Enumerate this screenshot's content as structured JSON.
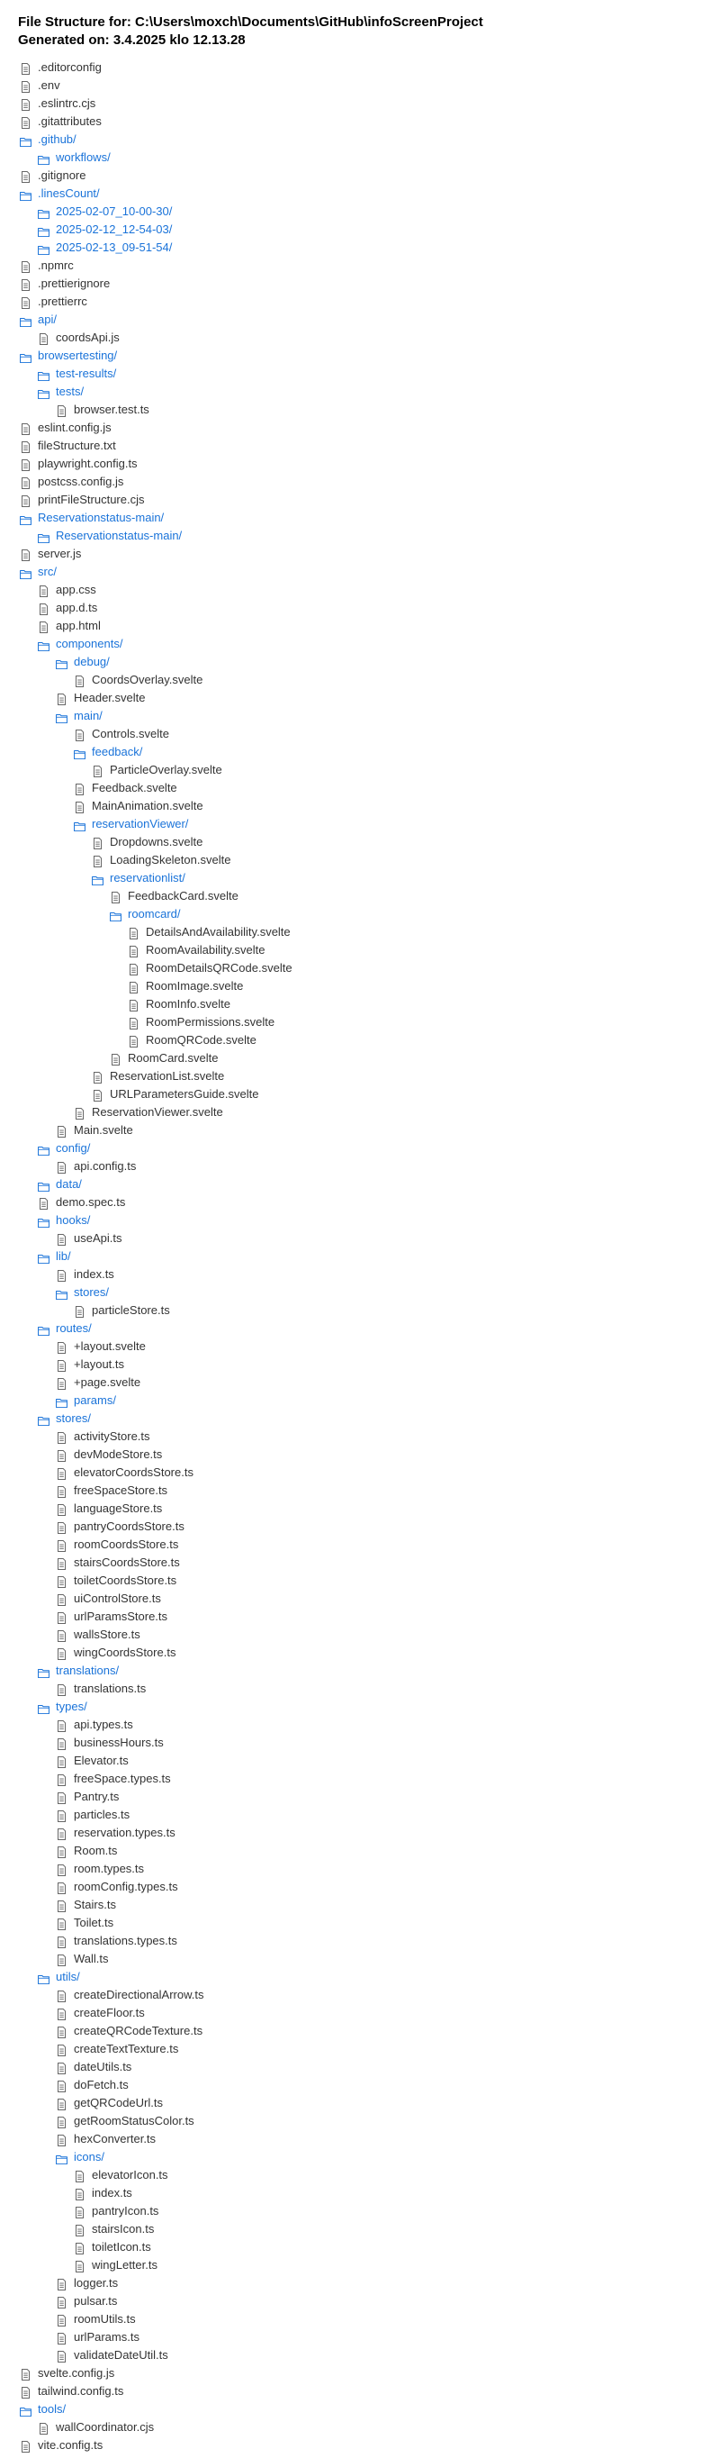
{
  "header": {
    "title": "File Structure for: C:\\Users\\moxch\\Documents\\GitHub\\infoScreenProject",
    "generated": "Generated on: 3.4.2025 klo 12.13.28"
  },
  "colors": {
    "folder": "#1a73d9",
    "file_text": "#333333",
    "file_icon": "#666666"
  },
  "icons": {
    "file": "file-icon",
    "folder": "folder-icon"
  },
  "tree": [
    {
      "type": "file",
      "label": ".editorconfig",
      "depth": 0
    },
    {
      "type": "file",
      "label": ".env",
      "depth": 0
    },
    {
      "type": "file",
      "label": ".eslintrc.cjs",
      "depth": 0
    },
    {
      "type": "file",
      "label": ".gitattributes",
      "depth": 0
    },
    {
      "type": "folder",
      "label": ".github/",
      "depth": 0
    },
    {
      "type": "folder",
      "label": "workflows/",
      "depth": 1
    },
    {
      "type": "file",
      "label": ".gitignore",
      "depth": 0
    },
    {
      "type": "folder",
      "label": ".linesCount/",
      "depth": 0
    },
    {
      "type": "folder",
      "label": "2025-02-07_10-00-30/",
      "depth": 1
    },
    {
      "type": "folder",
      "label": "2025-02-12_12-54-03/",
      "depth": 1
    },
    {
      "type": "folder",
      "label": "2025-02-13_09-51-54/",
      "depth": 1
    },
    {
      "type": "file",
      "label": ".npmrc",
      "depth": 0
    },
    {
      "type": "file",
      "label": ".prettierignore",
      "depth": 0
    },
    {
      "type": "file",
      "label": ".prettierrc",
      "depth": 0
    },
    {
      "type": "folder",
      "label": "api/",
      "depth": 0
    },
    {
      "type": "file",
      "label": "coordsApi.js",
      "depth": 1
    },
    {
      "type": "folder",
      "label": "browsertesting/",
      "depth": 0
    },
    {
      "type": "folder",
      "label": "test-results/",
      "depth": 1
    },
    {
      "type": "folder",
      "label": "tests/",
      "depth": 1
    },
    {
      "type": "file",
      "label": "browser.test.ts",
      "depth": 2
    },
    {
      "type": "file",
      "label": "eslint.config.js",
      "depth": 0
    },
    {
      "type": "file",
      "label": "fileStructure.txt",
      "depth": 0
    },
    {
      "type": "file",
      "label": "playwright.config.ts",
      "depth": 0
    },
    {
      "type": "file",
      "label": "postcss.config.js",
      "depth": 0
    },
    {
      "type": "file",
      "label": "printFileStructure.cjs",
      "depth": 0
    },
    {
      "type": "folder",
      "label": "Reservationstatus-main/",
      "depth": 0
    },
    {
      "type": "folder",
      "label": "Reservationstatus-main/",
      "depth": 1
    },
    {
      "type": "file",
      "label": "server.js",
      "depth": 0
    },
    {
      "type": "folder",
      "label": "src/",
      "depth": 0
    },
    {
      "type": "file",
      "label": "app.css",
      "depth": 1
    },
    {
      "type": "file",
      "label": "app.d.ts",
      "depth": 1
    },
    {
      "type": "file",
      "label": "app.html",
      "depth": 1
    },
    {
      "type": "folder",
      "label": "components/",
      "depth": 1
    },
    {
      "type": "folder",
      "label": "debug/",
      "depth": 2
    },
    {
      "type": "file",
      "label": "CoordsOverlay.svelte",
      "depth": 3
    },
    {
      "type": "file",
      "label": "Header.svelte",
      "depth": 2
    },
    {
      "type": "folder",
      "label": "main/",
      "depth": 2
    },
    {
      "type": "file",
      "label": "Controls.svelte",
      "depth": 3
    },
    {
      "type": "folder",
      "label": "feedback/",
      "depth": 3
    },
    {
      "type": "file",
      "label": "ParticleOverlay.svelte",
      "depth": 4
    },
    {
      "type": "file",
      "label": "Feedback.svelte",
      "depth": 3
    },
    {
      "type": "file",
      "label": "MainAnimation.svelte",
      "depth": 3
    },
    {
      "type": "folder",
      "label": "reservationViewer/",
      "depth": 3
    },
    {
      "type": "file",
      "label": "Dropdowns.svelte",
      "depth": 4
    },
    {
      "type": "file",
      "label": "LoadingSkeleton.svelte",
      "depth": 4
    },
    {
      "type": "folder",
      "label": "reservationlist/",
      "depth": 4
    },
    {
      "type": "file",
      "label": "FeedbackCard.svelte",
      "depth": 5
    },
    {
      "type": "folder",
      "label": "roomcard/",
      "depth": 5
    },
    {
      "type": "file",
      "label": "DetailsAndAvailability.svelte",
      "depth": 6
    },
    {
      "type": "file",
      "label": "RoomAvailability.svelte",
      "depth": 6
    },
    {
      "type": "file",
      "label": "RoomDetailsQRCode.svelte",
      "depth": 6
    },
    {
      "type": "file",
      "label": "RoomImage.svelte",
      "depth": 6
    },
    {
      "type": "file",
      "label": "RoomInfo.svelte",
      "depth": 6
    },
    {
      "type": "file",
      "label": "RoomPermissions.svelte",
      "depth": 6
    },
    {
      "type": "file",
      "label": "RoomQRCode.svelte",
      "depth": 6
    },
    {
      "type": "file",
      "label": "RoomCard.svelte",
      "depth": 5
    },
    {
      "type": "file",
      "label": "ReservationList.svelte",
      "depth": 4
    },
    {
      "type": "file",
      "label": "URLParametersGuide.svelte",
      "depth": 4
    },
    {
      "type": "file",
      "label": "ReservationViewer.svelte",
      "depth": 3
    },
    {
      "type": "file",
      "label": "Main.svelte",
      "depth": 2
    },
    {
      "type": "folder",
      "label": "config/",
      "depth": 1
    },
    {
      "type": "file",
      "label": "api.config.ts",
      "depth": 2
    },
    {
      "type": "folder",
      "label": "data/",
      "depth": 1
    },
    {
      "type": "file",
      "label": "demo.spec.ts",
      "depth": 1
    },
    {
      "type": "folder",
      "label": "hooks/",
      "depth": 1
    },
    {
      "type": "file",
      "label": "useApi.ts",
      "depth": 2
    },
    {
      "type": "folder",
      "label": "lib/",
      "depth": 1
    },
    {
      "type": "file",
      "label": "index.ts",
      "depth": 2
    },
    {
      "type": "folder",
      "label": "stores/",
      "depth": 2
    },
    {
      "type": "file",
      "label": "particleStore.ts",
      "depth": 3
    },
    {
      "type": "folder",
      "label": "routes/",
      "depth": 1
    },
    {
      "type": "file",
      "label": "+layout.svelte",
      "depth": 2
    },
    {
      "type": "file",
      "label": "+layout.ts",
      "depth": 2
    },
    {
      "type": "file",
      "label": "+page.svelte",
      "depth": 2
    },
    {
      "type": "folder",
      "label": "params/",
      "depth": 2
    },
    {
      "type": "folder",
      "label": "stores/",
      "depth": 1
    },
    {
      "type": "file",
      "label": "activityStore.ts",
      "depth": 2
    },
    {
      "type": "file",
      "label": "devModeStore.ts",
      "depth": 2
    },
    {
      "type": "file",
      "label": "elevatorCoordsStore.ts",
      "depth": 2
    },
    {
      "type": "file",
      "label": "freeSpaceStore.ts",
      "depth": 2
    },
    {
      "type": "file",
      "label": "languageStore.ts",
      "depth": 2
    },
    {
      "type": "file",
      "label": "pantryCoordsStore.ts",
      "depth": 2
    },
    {
      "type": "file",
      "label": "roomCoordsStore.ts",
      "depth": 2
    },
    {
      "type": "file",
      "label": "stairsCoordsStore.ts",
      "depth": 2
    },
    {
      "type": "file",
      "label": "toiletCoordsStore.ts",
      "depth": 2
    },
    {
      "type": "file",
      "label": "uiControlStore.ts",
      "depth": 2
    },
    {
      "type": "file",
      "label": "urlParamsStore.ts",
      "depth": 2
    },
    {
      "type": "file",
      "label": "wallsStore.ts",
      "depth": 2
    },
    {
      "type": "file",
      "label": "wingCoordsStore.ts",
      "depth": 2
    },
    {
      "type": "folder",
      "label": "translations/",
      "depth": 1
    },
    {
      "type": "file",
      "label": "translations.ts",
      "depth": 2
    },
    {
      "type": "folder",
      "label": "types/",
      "depth": 1
    },
    {
      "type": "file",
      "label": "api.types.ts",
      "depth": 2
    },
    {
      "type": "file",
      "label": "businessHours.ts",
      "depth": 2
    },
    {
      "type": "file",
      "label": "Elevator.ts",
      "depth": 2
    },
    {
      "type": "file",
      "label": "freeSpace.types.ts",
      "depth": 2
    },
    {
      "type": "file",
      "label": "Pantry.ts",
      "depth": 2
    },
    {
      "type": "file",
      "label": "particles.ts",
      "depth": 2
    },
    {
      "type": "file",
      "label": "reservation.types.ts",
      "depth": 2
    },
    {
      "type": "file",
      "label": "Room.ts",
      "depth": 2
    },
    {
      "type": "file",
      "label": "room.types.ts",
      "depth": 2
    },
    {
      "type": "file",
      "label": "roomConfig.types.ts",
      "depth": 2
    },
    {
      "type": "file",
      "label": "Stairs.ts",
      "depth": 2
    },
    {
      "type": "file",
      "label": "Toilet.ts",
      "depth": 2
    },
    {
      "type": "file",
      "label": "translations.types.ts",
      "depth": 2
    },
    {
      "type": "file",
      "label": "Wall.ts",
      "depth": 2
    },
    {
      "type": "folder",
      "label": "utils/",
      "depth": 1
    },
    {
      "type": "file",
      "label": "createDirectionalArrow.ts",
      "depth": 2
    },
    {
      "type": "file",
      "label": "createFloor.ts",
      "depth": 2
    },
    {
      "type": "file",
      "label": "createQRCodeTexture.ts",
      "depth": 2
    },
    {
      "type": "file",
      "label": "createTextTexture.ts",
      "depth": 2
    },
    {
      "type": "file",
      "label": "dateUtils.ts",
      "depth": 2
    },
    {
      "type": "file",
      "label": "doFetch.ts",
      "depth": 2
    },
    {
      "type": "file",
      "label": "getQRCodeUrl.ts",
      "depth": 2
    },
    {
      "type": "file",
      "label": "getRoomStatusColor.ts",
      "depth": 2
    },
    {
      "type": "file",
      "label": "hexConverter.ts",
      "depth": 2
    },
    {
      "type": "folder",
      "label": "icons/",
      "depth": 2
    },
    {
      "type": "file",
      "label": "elevatorIcon.ts",
      "depth": 3
    },
    {
      "type": "file",
      "label": "index.ts",
      "depth": 3
    },
    {
      "type": "file",
      "label": "pantryIcon.ts",
      "depth": 3
    },
    {
      "type": "file",
      "label": "stairsIcon.ts",
      "depth": 3
    },
    {
      "type": "file",
      "label": "toiletIcon.ts",
      "depth": 3
    },
    {
      "type": "file",
      "label": "wingLetter.ts",
      "depth": 3
    },
    {
      "type": "file",
      "label": "logger.ts",
      "depth": 2
    },
    {
      "type": "file",
      "label": "pulsar.ts",
      "depth": 2
    },
    {
      "type": "file",
      "label": "roomUtils.ts",
      "depth": 2
    },
    {
      "type": "file",
      "label": "urlParams.ts",
      "depth": 2
    },
    {
      "type": "file",
      "label": "validateDateUtil.ts",
      "depth": 2
    },
    {
      "type": "file",
      "label": "svelte.config.js",
      "depth": 0
    },
    {
      "type": "file",
      "label": "tailwind.config.ts",
      "depth": 0
    },
    {
      "type": "folder",
      "label": "tools/",
      "depth": 0
    },
    {
      "type": "file",
      "label": "wallCoordinator.cjs",
      "depth": 1
    },
    {
      "type": "file",
      "label": "vite.config.ts",
      "depth": 0
    }
  ]
}
